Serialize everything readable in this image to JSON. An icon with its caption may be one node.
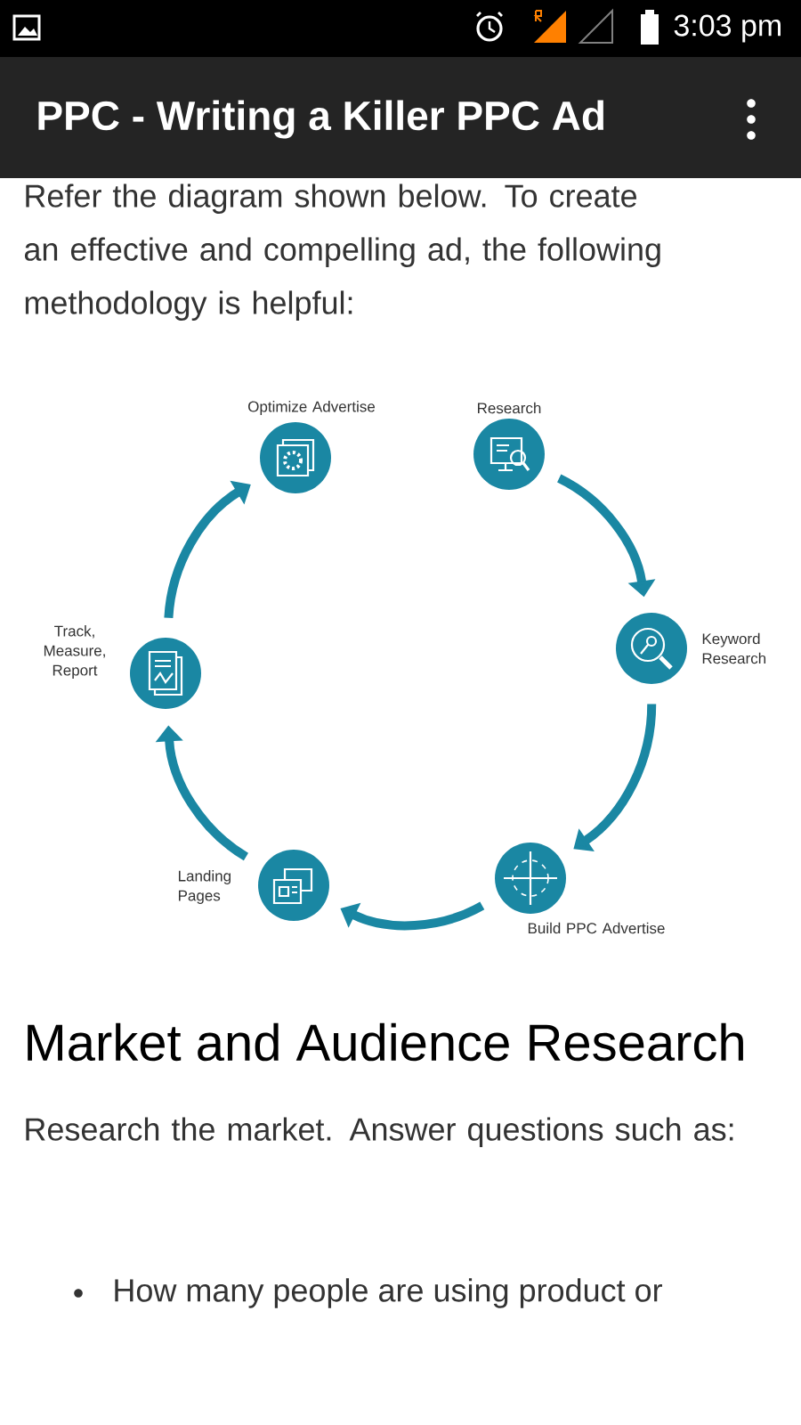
{
  "diagram": {
    "title": "PPC - Writing a Killer PPC Ad",
    "nodes": [
      {
        "text": [
          "Research"
        ]
      },
      {
        "text": [
          "Keyword Research"
        ]
      },
      {
        "text": [
          "Build PPC Advertise"
        ]
      },
      {
        "text": [
          "Landing Pages"
        ]
      },
      {
        "text": [
          "Track, Measure, Report"
        ]
      },
      {
        "text": [
          "Optimize Advertise"
        ]
      }
    ],
    "edges": [
      {
        "from": 0,
        "to": 1,
        "arrow": "to"
      },
      {
        "from": 1,
        "to": 2,
        "arrow": "to"
      },
      {
        "from": 2,
        "to": 3,
        "arrow": "to"
      },
      {
        "from": 3,
        "to": 4,
        "arrow": "to"
      },
      {
        "from": 4,
        "to": 5,
        "arrow": "to"
      }
    ],
    "labels": [
      "3:03 pm",
      "Refer the diagram shown below. To create an effective and compelling ad, the following methodology is helpful:",
      "Market and Audience Research",
      "Research the market. Answer questions such as:",
      "How many people are using product or"
    ]
  }
}
